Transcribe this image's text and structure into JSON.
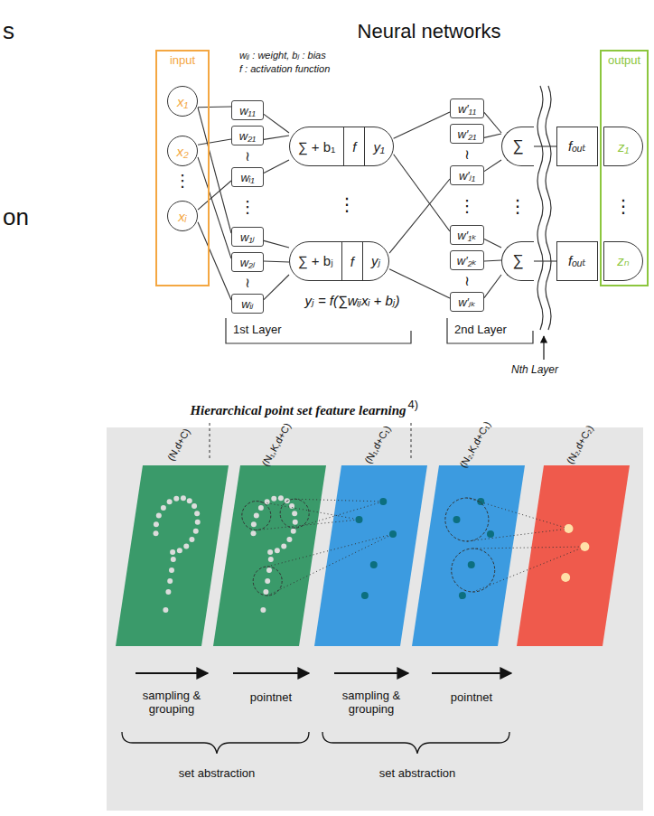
{
  "diagram": {
    "title": "Neural networks",
    "nodes": [
      {
        "text": [
          "input"
        ]
      },
      {
        "text": [
          "x₁"
        ],
        "in": 0
      },
      {
        "text": [
          "x₂"
        ],
        "in": 0
      },
      {
        "text": [
          "xᵢ"
        ],
        "in": 0
      },
      {
        "text": [
          "w₁₁"
        ]
      },
      {
        "text": [
          "w₂₁"
        ]
      },
      {
        "text": [
          "wᵢ₁"
        ]
      },
      {
        "text": [
          "w₁ⱼ"
        ]
      },
      {
        "text": [
          "w₂ⱼ"
        ]
      },
      {
        "text": [
          "wᵢⱼ"
        ]
      },
      {
        "text": [
          "∑ + b₁",
          "f",
          "y₁"
        ]
      },
      {
        "text": [
          "∑ + bⱼ",
          "f",
          "yⱼ"
        ]
      },
      {
        "text": [
          "w′₁₁"
        ]
      },
      {
        "text": [
          "w′₂₁"
        ]
      },
      {
        "text": [
          "w′ⱼ₁"
        ]
      },
      {
        "text": [
          "w′₁ₖ"
        ]
      },
      {
        "text": [
          "w′₂ₖ"
        ]
      },
      {
        "text": [
          "w′ⱼₖ"
        ]
      },
      {
        "text": [
          "∑"
        ]
      },
      {
        "text": [
          "∑"
        ]
      },
      {
        "text": [
          "fₒᵤₜ"
        ]
      },
      {
        "text": [
          "fₒᵤₜ"
        ]
      },
      {
        "text": [
          "output"
        ]
      },
      {
        "text": [
          "z₁"
        ],
        "in": 22
      },
      {
        "text": [
          "zₙ"
        ],
        "in": 22
      }
    ],
    "edges": [
      {
        "from": 1,
        "to": 4,
        "arrow": "none"
      },
      {
        "from": 1,
        "to": 7,
        "arrow": "none"
      },
      {
        "from": 2,
        "to": 5,
        "arrow": "none"
      },
      {
        "from": 2,
        "to": 8,
        "arrow": "none"
      },
      {
        "from": 3,
        "to": 6,
        "arrow": "none"
      },
      {
        "from": 3,
        "to": 9,
        "arrow": "none"
      },
      {
        "from": 4,
        "to": 10,
        "arrow": "none"
      },
      {
        "from": 5,
        "to": 10,
        "arrow": "none"
      },
      {
        "from": 6,
        "to": 10,
        "arrow": "none"
      },
      {
        "from": 7,
        "to": 11,
        "arrow": "none"
      },
      {
        "from": 8,
        "to": 11,
        "arrow": "none"
      },
      {
        "from": 9,
        "to": 11,
        "arrow": "none"
      },
      {
        "from": 10,
        "to": 12,
        "arrow": "none"
      },
      {
        "from": 10,
        "to": 15,
        "arrow": "none"
      },
      {
        "from": 11,
        "to": 14,
        "arrow": "none"
      },
      {
        "from": 11,
        "to": 17,
        "arrow": "none"
      },
      {
        "from": 12,
        "to": 18,
        "arrow": "none"
      },
      {
        "from": 13,
        "to": 18,
        "arrow": "none"
      },
      {
        "from": 14,
        "to": 18,
        "arrow": "none"
      },
      {
        "from": 15,
        "to": 19,
        "arrow": "none"
      },
      {
        "from": 16,
        "to": 19,
        "arrow": "none"
      },
      {
        "from": 17,
        "to": 19,
        "arrow": "none"
      },
      {
        "from": 18,
        "to": 20,
        "arrow": "none"
      },
      {
        "from": 19,
        "to": 21,
        "arrow": "none"
      }
    ],
    "labels": [
      "s",
      "on",
      "wᵢⱼ : weight, bⱼ : bias",
      "f : activation function",
      "⋮",
      "≀",
      "⋮",
      "≀",
      "⋮",
      "yⱼ = f(∑wᵢⱼxᵢ + bⱼ)",
      "1st Layer",
      "≀",
      "⋮",
      "≀",
      "⋮",
      "⋮",
      "2nd Layer",
      "Nth Layer",
      "Hierarchical point set feature learning",
      "4)",
      "(N,d+C)",
      "(N₁,K,d+C)",
      "(N₁,d+C₁)",
      "(N₂,K,d+C₁)",
      "(N₂,d+C₂)",
      "sampling & grouping",
      "pointnet",
      "sampling & grouping",
      "pointnet",
      "set abstraction",
      "set abstraction"
    ]
  }
}
